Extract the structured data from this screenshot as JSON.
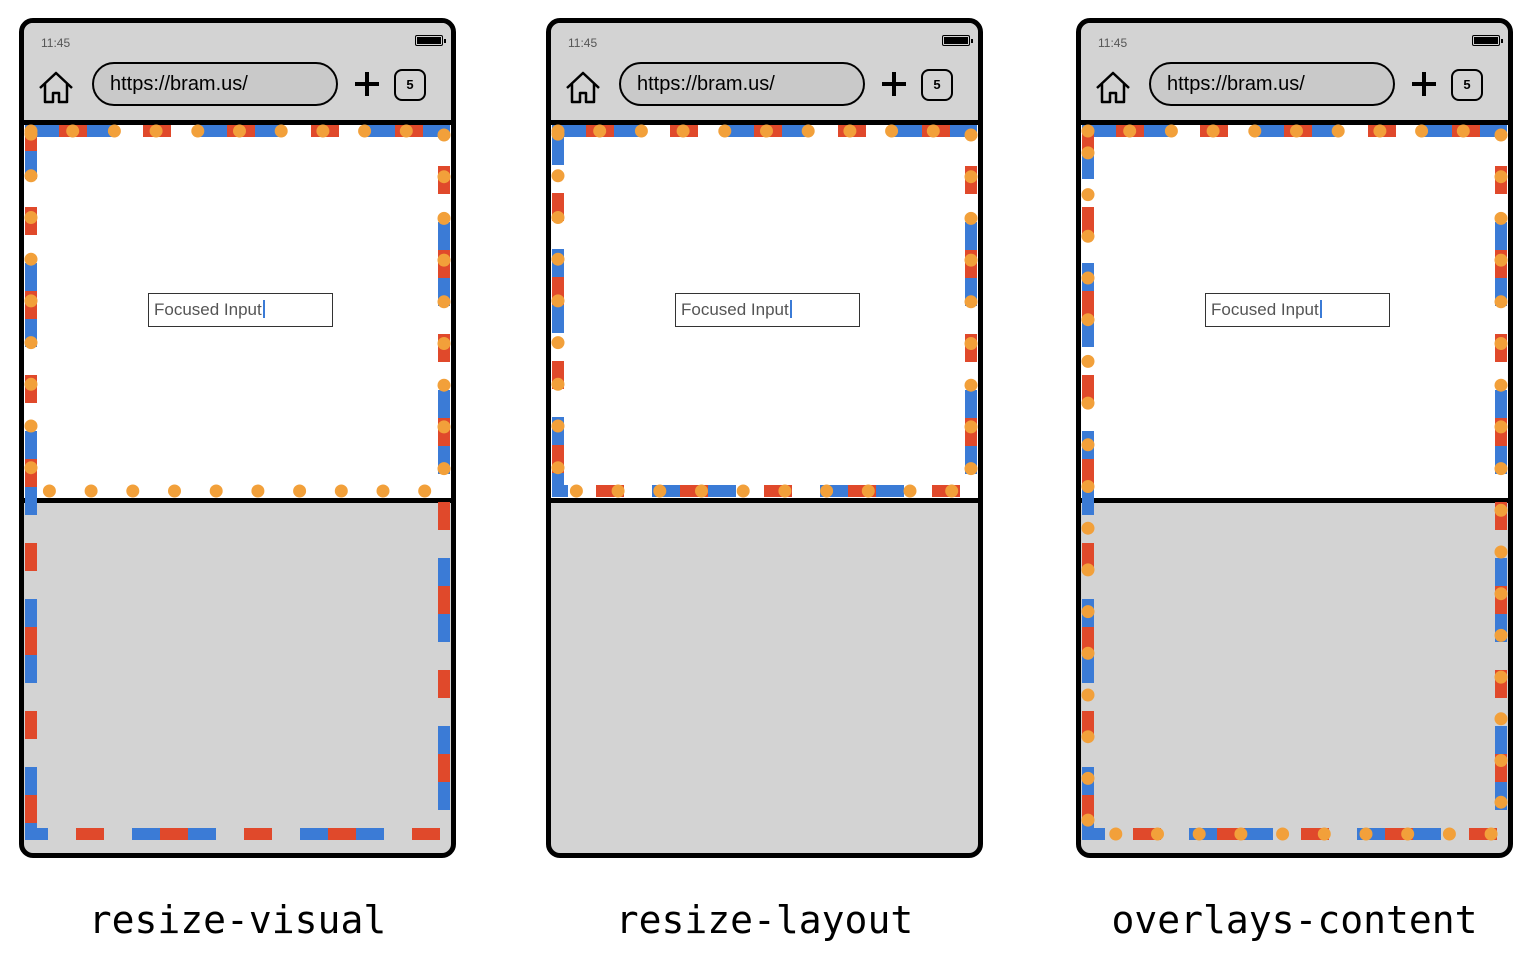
{
  "colors": {
    "blue": "#3b7bd6",
    "red": "#e0492b",
    "orange": "#f2a03a",
    "chrome": "#d3d3d3"
  },
  "phones": [
    {
      "time": "11:45",
      "url": "https://bram.us/",
      "tab_count": "5",
      "input_value": "Focused Input",
      "label": "resize-visual"
    },
    {
      "time": "11:45",
      "url": "https://bram.us/",
      "tab_count": "5",
      "input_value": "Focused Input",
      "label": "resize-layout"
    },
    {
      "time": "11:45",
      "url": "https://bram.us/",
      "tab_count": "5",
      "input_value": "Focused Input",
      "label": "overlays-content"
    }
  ]
}
